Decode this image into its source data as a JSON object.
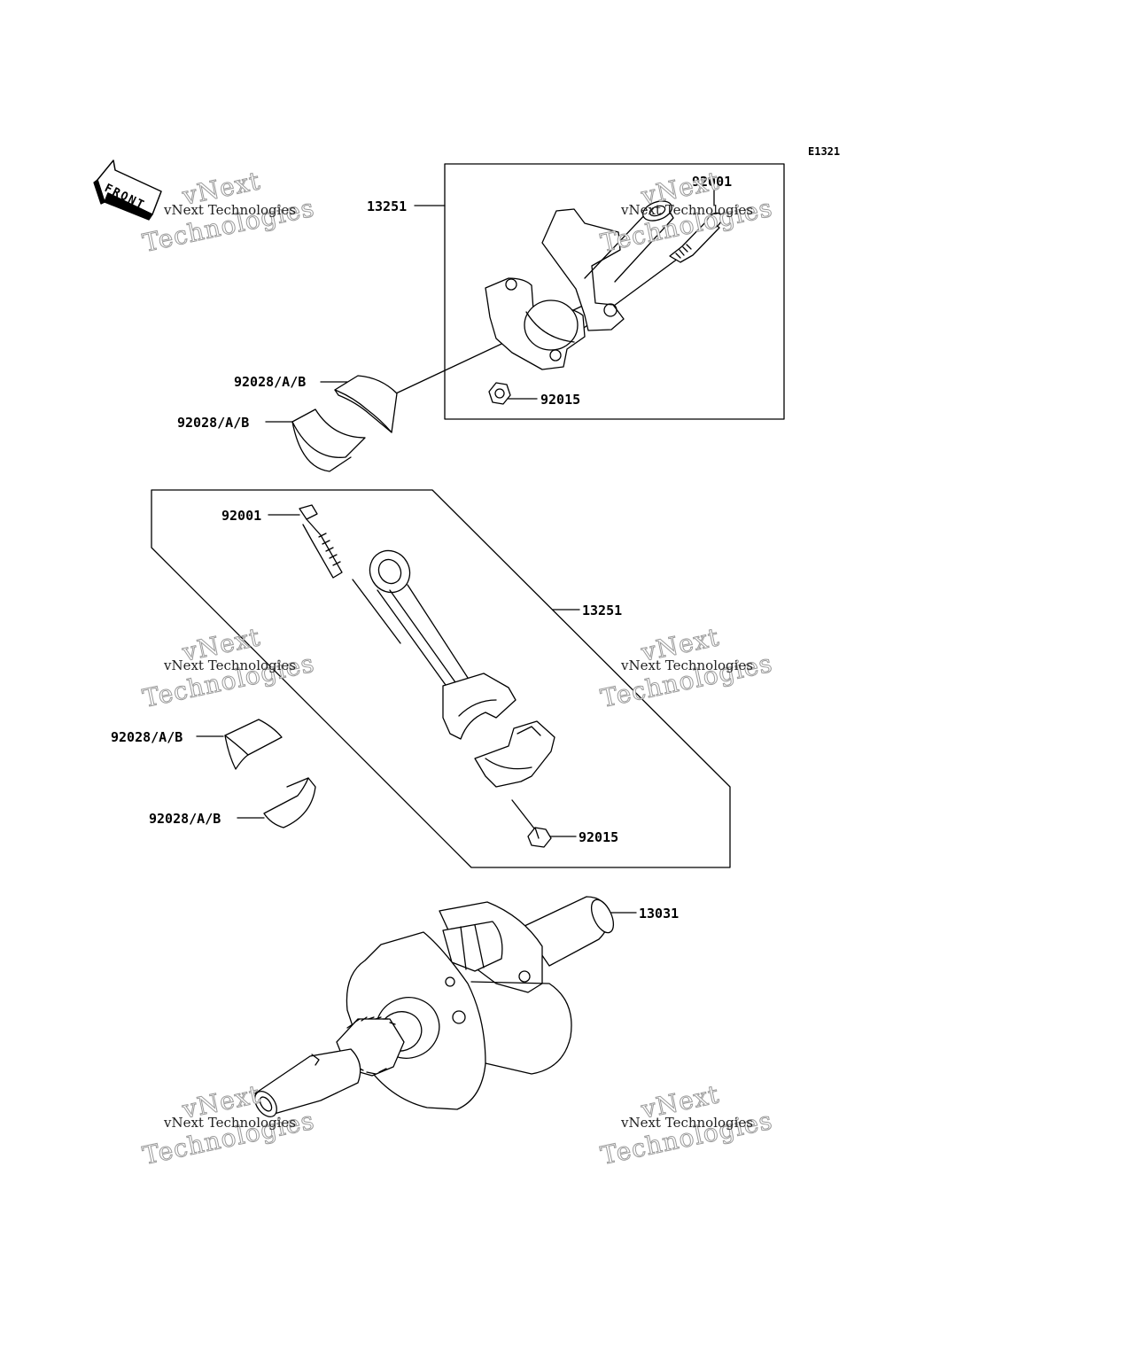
{
  "diagram": {
    "reference_code": "E1321",
    "front_indicator": "FRONT",
    "labels": {
      "rod_assy_top": "13251",
      "bolt_top": "92001",
      "nut_top": "92015",
      "bearing_top_upper": "92028/A/B",
      "bearing_top_lower": "92028/A/B",
      "bolt_mid": "92001",
      "rod_assy_mid": "13251",
      "bearing_mid_upper": "92028/A/B",
      "bearing_mid_lower": "92028/A/B",
      "nut_mid": "92015",
      "crankshaft": "13031"
    }
  },
  "watermark": {
    "small": "vNext Technologies",
    "big_line1": "vNext",
    "big_line2": "Technologies"
  }
}
